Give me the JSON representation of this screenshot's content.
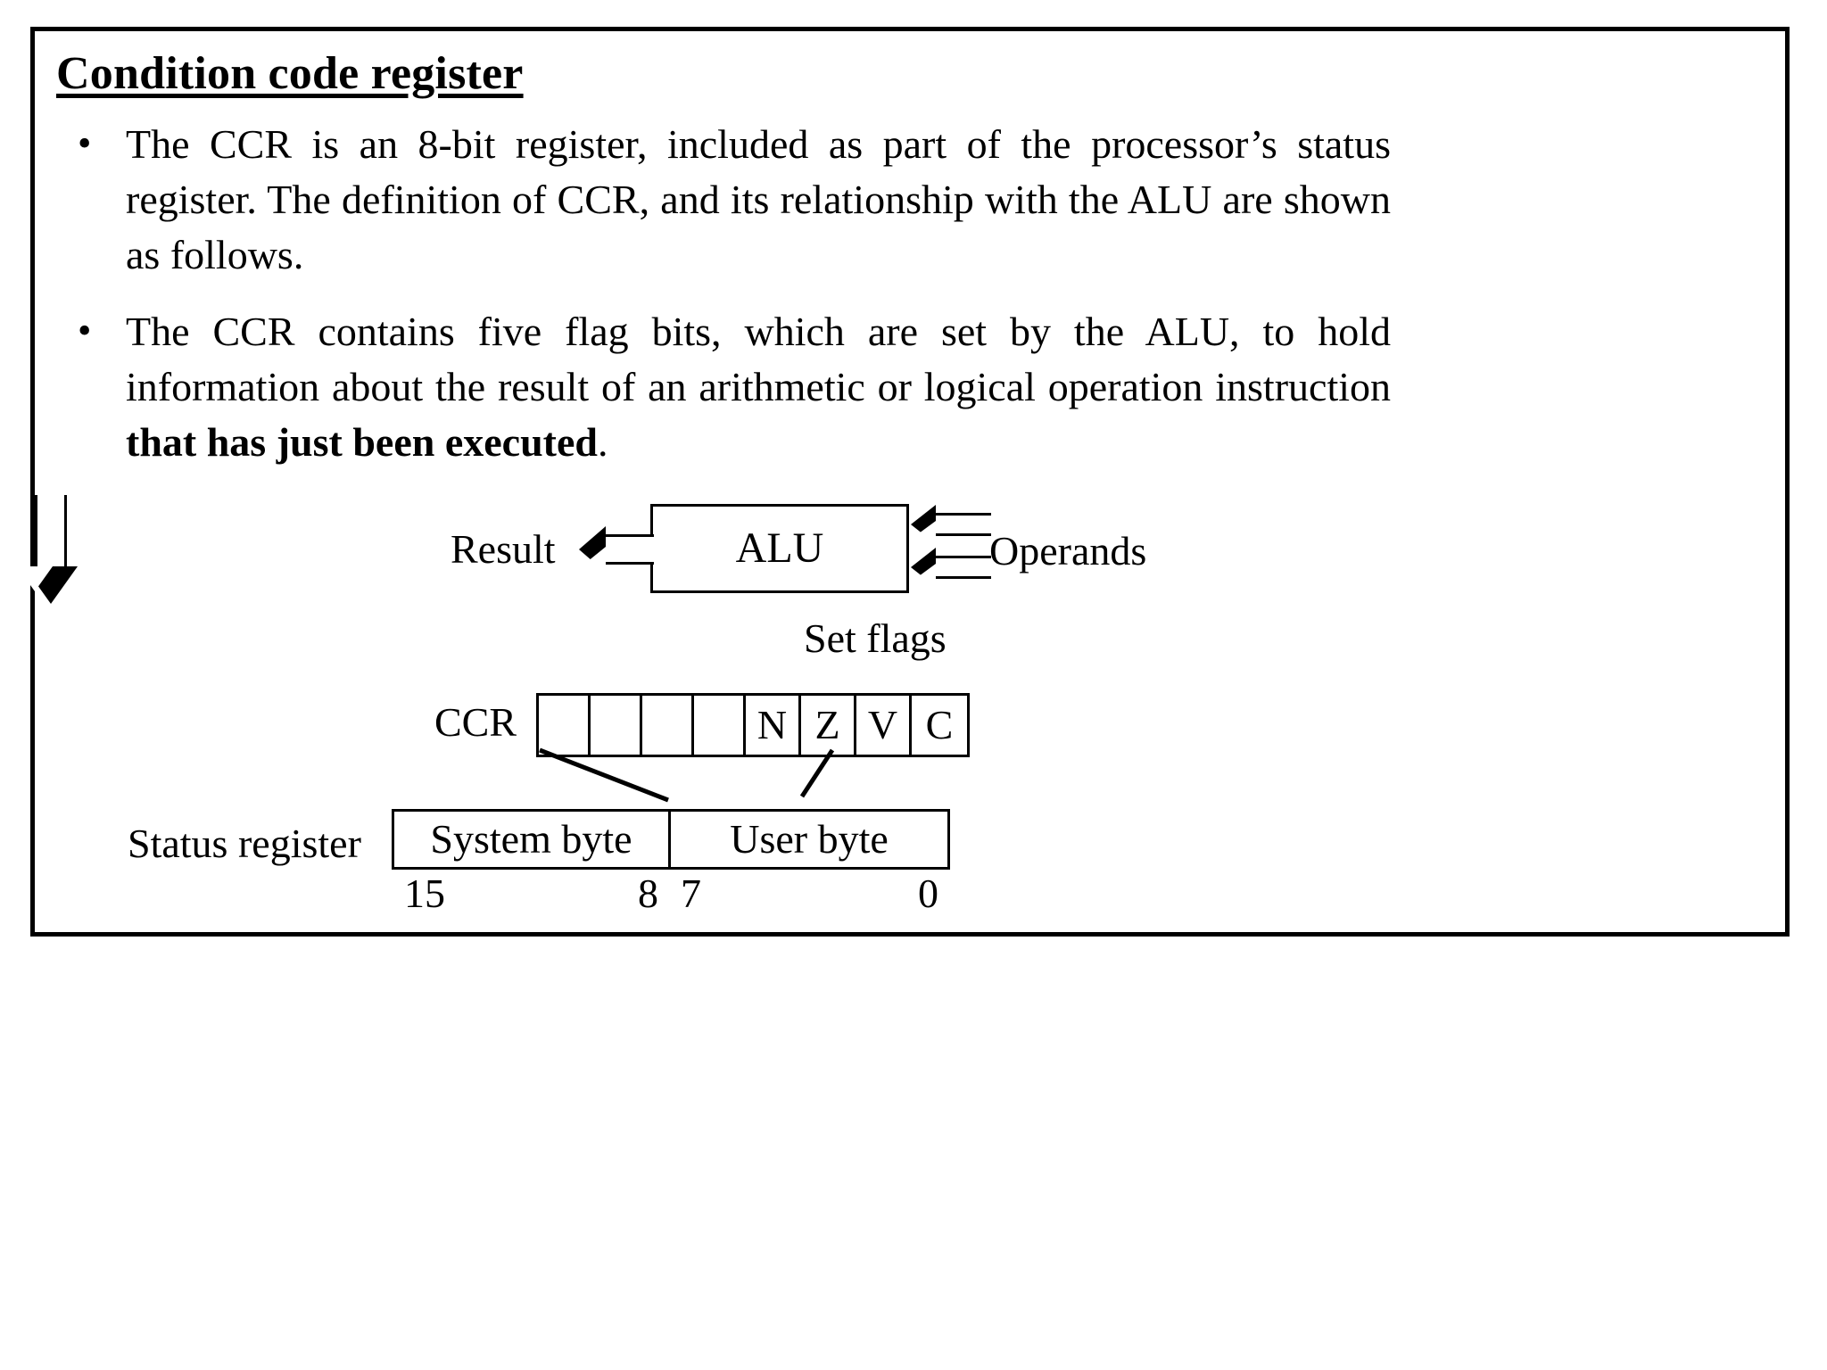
{
  "slide": {
    "title": "Condition code register",
    "bullets": [
      {
        "marker": "•",
        "text_before_bold": "The CCR is an 8-bit register, included as part of the processor’s status register. The definition of CCR, and its relationship with  the ALU are shown as follows.",
        "bold": "",
        "text_after_bold": ""
      },
      {
        "marker": "•",
        "text_before_bold": "The CCR contains five flag bits, which are set by the ALU, to hold information about the result of an arithmetic or logical operation instruction ",
        "bold": "that has just been executed",
        "text_after_bold": "."
      }
    ]
  },
  "diagram": {
    "alu_label": "ALU",
    "result_label": "Result",
    "operands_label": "Operands",
    "set_flags_label": "Set flags",
    "ccr_label": "CCR",
    "status_register_label": "Status register",
    "ccr_cells": [
      "",
      "",
      "",
      "",
      "N",
      "Z",
      "V",
      "C"
    ],
    "status_bytes": [
      "System byte",
      "User byte"
    ],
    "bit_labels": {
      "msb": "15",
      "byte_boundary_high": "8",
      "byte_boundary_low": "7",
      "lsb": "0"
    },
    "colors": {
      "stroke": "#000000",
      "fill": "#ffffff",
      "background": "#ffffff"
    }
  }
}
